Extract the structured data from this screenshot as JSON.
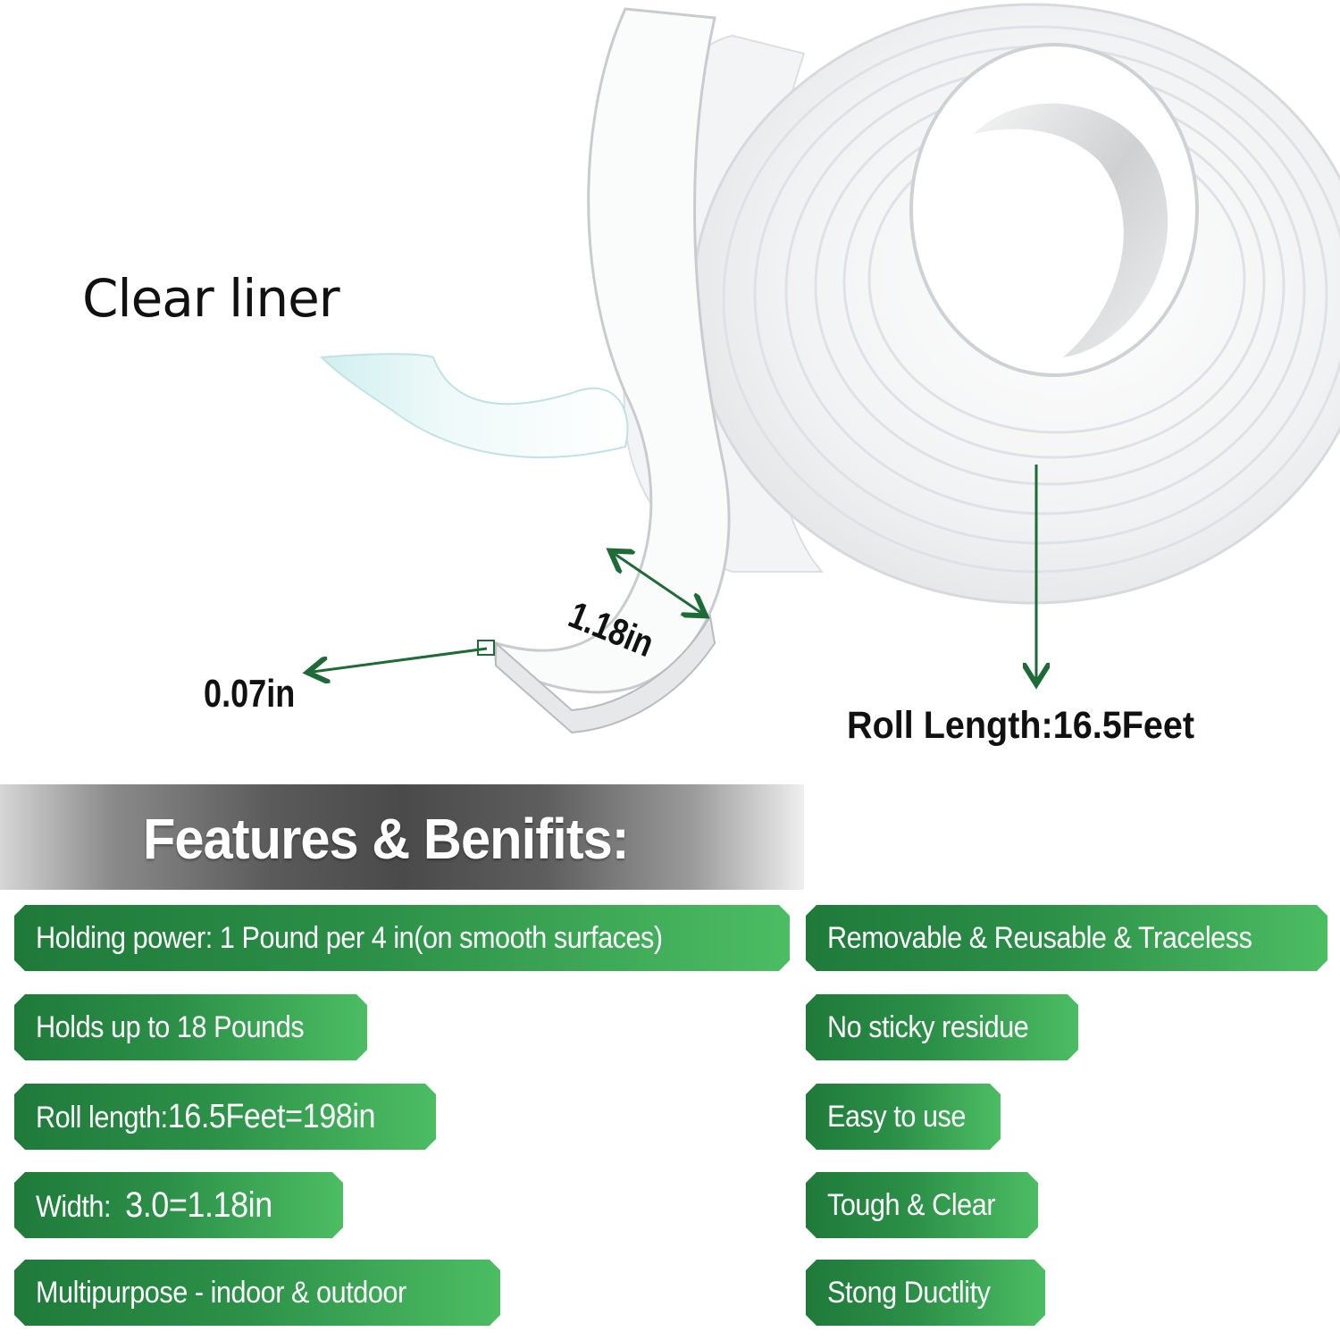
{
  "illustration": {
    "clear_liner_label": "Clear liner",
    "thickness_label": "0.07in",
    "width_label": "1.18in",
    "roll_length_label": "Roll Length:16.5Feet",
    "arrow_color": "#1e6b37"
  },
  "features": {
    "title": "Features & Benifits:",
    "left": [
      {
        "text": "Holding power: 1 Pound per 4 in(on smooth surfaces)"
      },
      {
        "text": "Holds up to 18 Pounds"
      },
      {
        "text_prefix": "Roll length:",
        "text_value": "16.5Feet=198in"
      },
      {
        "text_prefix": "Width:  ",
        "text_value": "3.0=1.18in"
      },
      {
        "text": "Multipurpose - indoor & outdoor"
      }
    ],
    "right": [
      {
        "text": "Removable & Reusable & Traceless"
      },
      {
        "text": "No sticky residue"
      },
      {
        "text": "Easy to use"
      },
      {
        "text": "Tough & Clear"
      },
      {
        "text": "Stong Ductlity"
      }
    ]
  },
  "colors": {
    "pill_dark": "#1f7a3a",
    "pill_light": "#4cbd63",
    "banner_gray": "#4a4a4a"
  }
}
